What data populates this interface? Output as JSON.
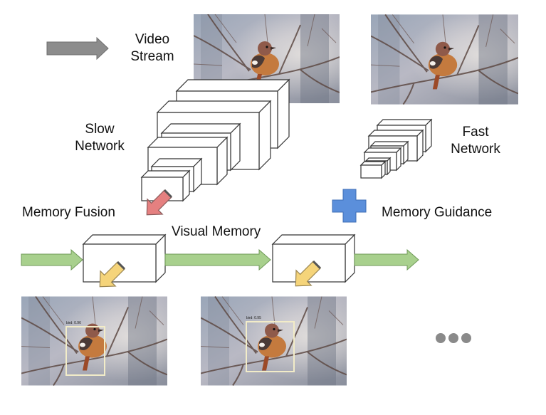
{
  "labels": {
    "video_stream": [
      "Video",
      "Stream"
    ],
    "slow_network": [
      "Slow",
      "Network"
    ],
    "fast_network": [
      "Fast",
      "Network"
    ],
    "memory_fusion": "Memory Fusion",
    "memory_guidance": "Memory Guidance",
    "visual_memory": "Visual Memory"
  },
  "detections": [
    {
      "tag": "bird: 0.96"
    },
    {
      "tag": "bird: 0.95"
    }
  ],
  "colors": {
    "stream_arrow": "#8c8c8c",
    "memory_arrow": "#a8d08d",
    "fusion_arrow": "#e58080",
    "output_arrow": "#f5d47a",
    "plus": "#5b8fdb",
    "dots": "#8a8a8a"
  },
  "icons": {
    "plus": "plus-icon",
    "ellipsis": "ellipsis-icon"
  }
}
